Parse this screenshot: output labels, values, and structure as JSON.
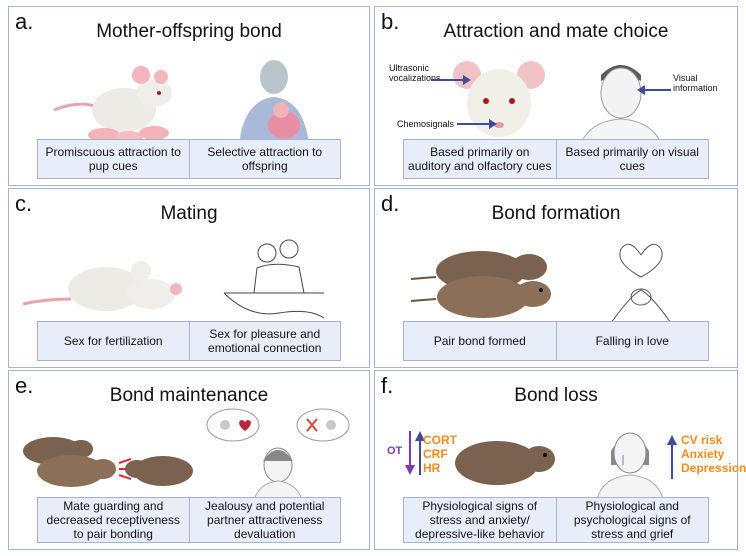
{
  "panels": {
    "a": {
      "label": "a.",
      "title": "Mother-offspring bond",
      "captions": [
        "Promiscuous attraction to pup cues",
        "Selective attraction to offspring"
      ]
    },
    "b": {
      "label": "b.",
      "title": "Attraction and mate choice",
      "captions": [
        "Based primarily on auditory and olfactory cues",
        "Based primarily on visual cues"
      ],
      "annotations": {
        "ultrasonic": "Ultrasonic vocalizations",
        "chemosignals": "Chemosignals",
        "visual": "Visual information"
      }
    },
    "c": {
      "label": "c.",
      "title": "Mating",
      "captions": [
        "Sex for fertilization",
        "Sex for pleasure and emotional connection"
      ]
    },
    "d": {
      "label": "d.",
      "title": "Bond formation",
      "captions": [
        "Pair bond formed",
        "Falling in love"
      ]
    },
    "e": {
      "label": "e.",
      "title": "Bond maintenance",
      "captions": [
        "Mate guarding and decreased receptiveness to pair bonding",
        "Jealousy and potential partner attractiveness devaluation"
      ]
    },
    "f": {
      "label": "f.",
      "title": "Bond loss",
      "captions": [
        "Physiological signs of stress and anxiety/ depressive-like behavior",
        "Physiological and psychological signs of stress and grief"
      ],
      "ot": "OT",
      "rodent_markers": [
        "CORT",
        "CRF",
        "HR"
      ],
      "human_markers": [
        "CV risk",
        "Anxiety",
        "Depression"
      ]
    }
  },
  "colors": {
    "panel_border": "#a7b3cc",
    "caption_fill": "#e8eef9",
    "orange": "#f08a24",
    "purple": "#7d3aa8",
    "arrow_blue": "#3f4a9a"
  }
}
